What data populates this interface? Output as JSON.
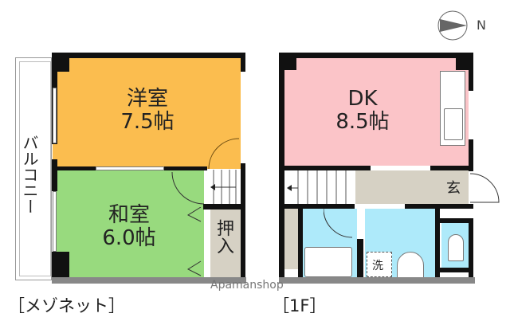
{
  "compass": {
    "label": "N",
    "icon": "north-arrow-icon"
  },
  "maisonette": {
    "caption": "［メゾネット］",
    "balcony": {
      "label": "バルコニー"
    },
    "western_room": {
      "name": "洋室",
      "size": "7.5帖",
      "color": "#fbbd4f"
    },
    "japanese_room": {
      "name": "和室",
      "size": "6.0帖",
      "color": "#98da7e"
    },
    "closet": {
      "label": "押入",
      "color": "#d6d1c4"
    }
  },
  "first_floor": {
    "caption": "［1F］",
    "dk": {
      "name": "DK",
      "size": "8.5帖",
      "color": "#fbc4c8"
    },
    "entrance": {
      "label": "玄"
    },
    "laundry": {
      "label": "洗"
    },
    "hall_color": "#d6d1c4",
    "wet_color": "#aeeafa"
  },
  "watermark": "Apamanshop"
}
